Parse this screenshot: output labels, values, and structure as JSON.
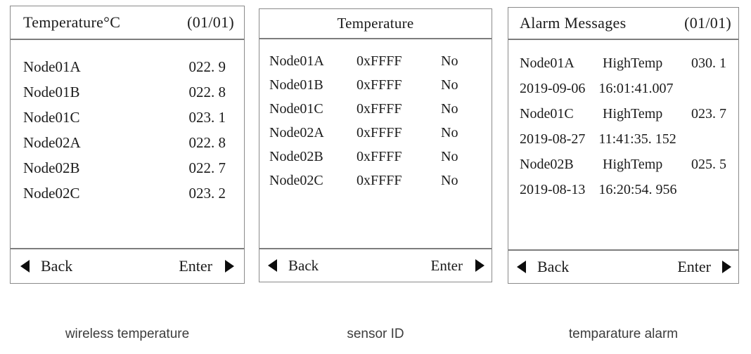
{
  "panels": [
    {
      "id": "temperature",
      "title": "Temperature°C",
      "page": "(01/01)",
      "rows": [
        {
          "node": "Node01A",
          "value": "022. 9"
        },
        {
          "node": "Node01B",
          "value": "022. 8"
        },
        {
          "node": "Node01C",
          "value": "023. 1"
        },
        {
          "node": "Node02A",
          "value": "022. 8"
        },
        {
          "node": "Node02B",
          "value": "022. 7"
        },
        {
          "node": "Node02C",
          "value": "023. 2"
        }
      ],
      "footer": {
        "back": "Back",
        "enter": "Enter"
      },
      "caption": "wireless temperature"
    },
    {
      "id": "sensor-id",
      "title": "Temperature",
      "rows": [
        {
          "node": "Node01A",
          "sensor_id": "0xFFFF",
          "flag": "No"
        },
        {
          "node": "Node01B",
          "sensor_id": "0xFFFF",
          "flag": "No"
        },
        {
          "node": "Node01C",
          "sensor_id": "0xFFFF",
          "flag": "No"
        },
        {
          "node": "Node02A",
          "sensor_id": "0xFFFF",
          "flag": "No"
        },
        {
          "node": "Node02B",
          "sensor_id": "0xFFFF",
          "flag": "No"
        },
        {
          "node": "Node02C",
          "sensor_id": "0xFFFF",
          "flag": "No"
        }
      ],
      "footer": {
        "back": "Back",
        "enter": "Enter"
      },
      "caption": "sensor ID"
    },
    {
      "id": "alarm",
      "title": "Alarm Messages",
      "page": "(01/01)",
      "alarms": [
        {
          "node": "Node01A",
          "type": "HighTemp",
          "value": "030. 1",
          "date": "2019-09-06",
          "time": "16:01:41.007"
        },
        {
          "node": "Node01C",
          "type": "HighTemp",
          "value": "023. 7",
          "date": "2019-08-27",
          "time": "11:41:35. 152"
        },
        {
          "node": "Node02B",
          "type": "HighTemp",
          "value": "025. 5",
          "date": "2019-08-13",
          "time": "16:20:54. 956"
        }
      ],
      "footer": {
        "back": "Back",
        "enter": "Enter"
      },
      "caption": "temparature alarm"
    }
  ],
  "colors": {
    "border": "#8a8a8a",
    "divider": "#7d7d7d",
    "text": "#1b1b1b",
    "caption_text": "#3d3d3d",
    "background": "#ffffff"
  }
}
